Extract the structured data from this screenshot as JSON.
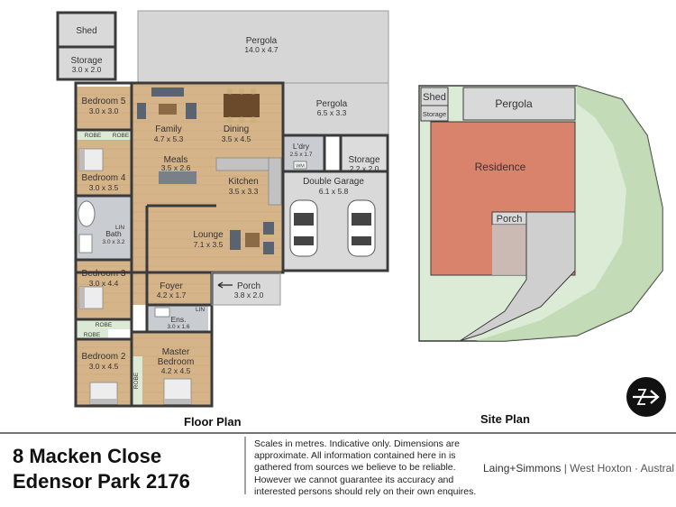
{
  "floor_plan": {
    "caption": "Floor Plan",
    "rooms": {
      "shed": {
        "name": "Shed"
      },
      "storage_small": {
        "name": "Storage",
        "dims": "3.0 x 2.0"
      },
      "pergola_main": {
        "name": "Pergola",
        "dims": "14.0 x 4.7"
      },
      "pergola_side": {
        "name": "Pergola",
        "dims": "6.5 x 3.3"
      },
      "bedroom5": {
        "name": "Bedroom 5",
        "dims": "3.0 x 3.0"
      },
      "family": {
        "name": "Family",
        "dims": "4.7 x 5.3"
      },
      "dining": {
        "name": "Dining",
        "dims": "3.5 x 4.5"
      },
      "laundry": {
        "name": "L'dry",
        "dims": "2.5 x 1.7"
      },
      "storage_garage": {
        "name": "Storage",
        "dims": "2.2 x 2.0"
      },
      "robe1": {
        "name": "ROBE"
      },
      "robe2": {
        "name": "ROBE"
      },
      "bedroom4": {
        "name": "Bedroom 4",
        "dims": "3.0 x 3.5"
      },
      "meals": {
        "name": "Meals",
        "dims": "3.5 x 2.6"
      },
      "kitchen": {
        "name": "Kitchen",
        "dims": "3.5 x 3.3"
      },
      "double_garage": {
        "name": "Double Garage",
        "dims": "6.1 x 5.8"
      },
      "bath": {
        "name": "Bath",
        "dims": "3.0 x 3.2"
      },
      "lin1": {
        "name": "LIN"
      },
      "lounge": {
        "name": "Lounge",
        "dims": "7.1 x 3.5"
      },
      "bedroom3": {
        "name": "Bedroom 3",
        "dims": "3.0 x 4.4"
      },
      "foyer": {
        "name": "Foyer",
        "dims": "4.2 x 1.7"
      },
      "porch": {
        "name": "Porch",
        "dims": "3.8 x 2.0"
      },
      "robe3": {
        "name": "ROBE"
      },
      "ens": {
        "name": "Ens.",
        "dims": "3.0 x 1.6"
      },
      "lin2": {
        "name": "LIN"
      },
      "robe4": {
        "name": "ROBE"
      },
      "bedroom2": {
        "name": "Bedroom 2",
        "dims": "3.0 x 4.5"
      },
      "master": {
        "name1": "Master",
        "name2": "Bedroom",
        "dims": "4.2 x 4.5"
      },
      "robe5": {
        "name": "ROBE"
      },
      "wm": {
        "name": "WM"
      }
    }
  },
  "site_plan": {
    "caption": "Site Plan",
    "labels": {
      "shed": "Shed",
      "storage": "Storage",
      "pergola": "Pergola",
      "residence": "Residence",
      "porch": "Porch"
    }
  },
  "footer": {
    "address_line1": "8 Macken Close",
    "address_line2": "Edensor Park 2176",
    "disclaimer": "Scales in metres. Indicative only. Dimensions are approximate. All information contained here in is gathered from sources we believe to be reliable. However we cannot guarantee its accuracy and interested persons should rely on their own enquires.",
    "brand_name": "Laing+Simmons",
    "brand_office": "| West Hoxton · Austral"
  },
  "colors": {
    "floor_wood": "#d6b48a",
    "tile": "#c9ccd0",
    "pergola": "#d4d4d4",
    "garage": "#d9d9d9",
    "residence": "#d9826c",
    "lawn": "#dcebd5",
    "wall": "#3a3a3a"
  },
  "icons": {
    "compass": "north-arrow-icon"
  }
}
